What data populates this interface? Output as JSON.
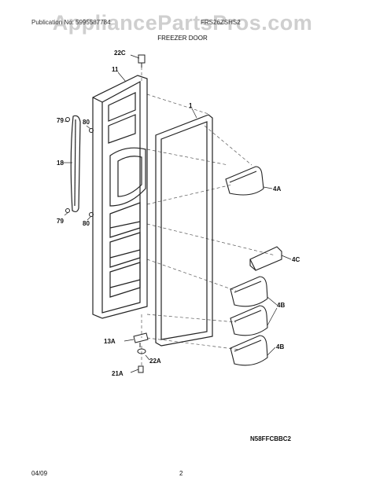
{
  "watermark": "AppliancePartsPros.com",
  "header": {
    "publication": "Publication No: 5995587784",
    "model": "FRS26ZSHS2"
  },
  "section_title": "FREEZER DOOR",
  "drawing_code": "N58FFCBBC2",
  "footer": {
    "date": "04/09",
    "page": "2"
  },
  "callouts": [
    "22C",
    "11",
    "1",
    "79",
    "80",
    "18",
    "4A",
    "79",
    "80",
    "4C",
    "4B",
    "13A",
    "22A",
    "4B",
    "21A"
  ]
}
